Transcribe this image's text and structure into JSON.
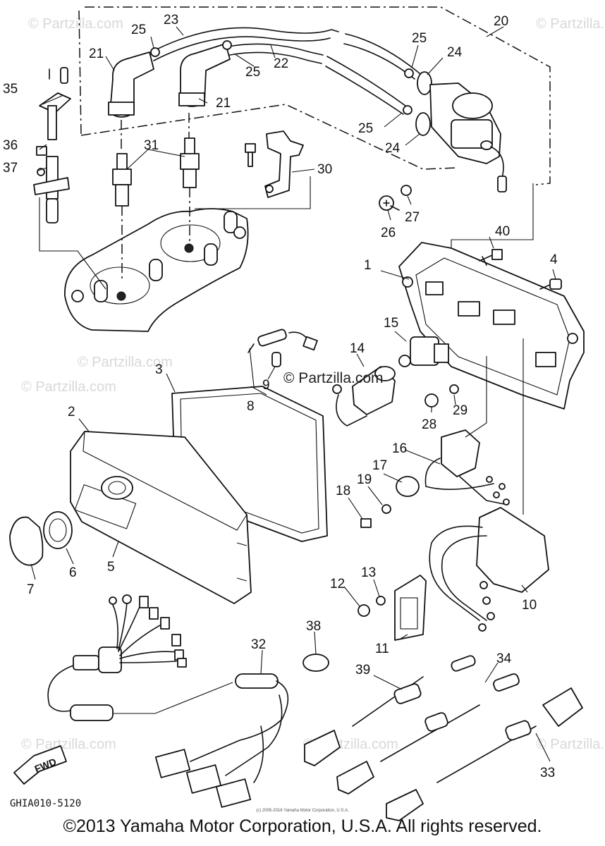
{
  "diagram": {
    "code": "GHIA010-5120",
    "direction_label": "FWD",
    "footer": "©2013 Yamaha Motor Corporation, U.S.A. All rights reserved.",
    "fine_print": "(c) 2005-2016 Yamaha Motor Corporation, U.S.A.",
    "watermark": "© Partzilla.com",
    "callouts": {
      "p1": "1",
      "p2": "2",
      "p3": "3",
      "p4": "4",
      "p5": "5",
      "p6": "6",
      "p7": "7",
      "p8": "8",
      "p9": "9",
      "p10": "10",
      "p11": "11",
      "p12": "12",
      "p13": "13",
      "p14": "14",
      "p15": "15",
      "p16": "16",
      "p17": "17",
      "p18": "18",
      "p19": "19",
      "p20": "20",
      "p21": "21",
      "p22": "22",
      "p23": "23",
      "p24": "24",
      "p25": "25",
      "p26": "26",
      "p27": "27",
      "p28": "28",
      "p29": "29",
      "p30": "30",
      "p31": "31",
      "p32": "32",
      "p33": "33",
      "p34": "34",
      "p35": "35",
      "p36": "36",
      "p37": "37",
      "p38": "38",
      "p39": "39",
      "p40": "40"
    }
  }
}
